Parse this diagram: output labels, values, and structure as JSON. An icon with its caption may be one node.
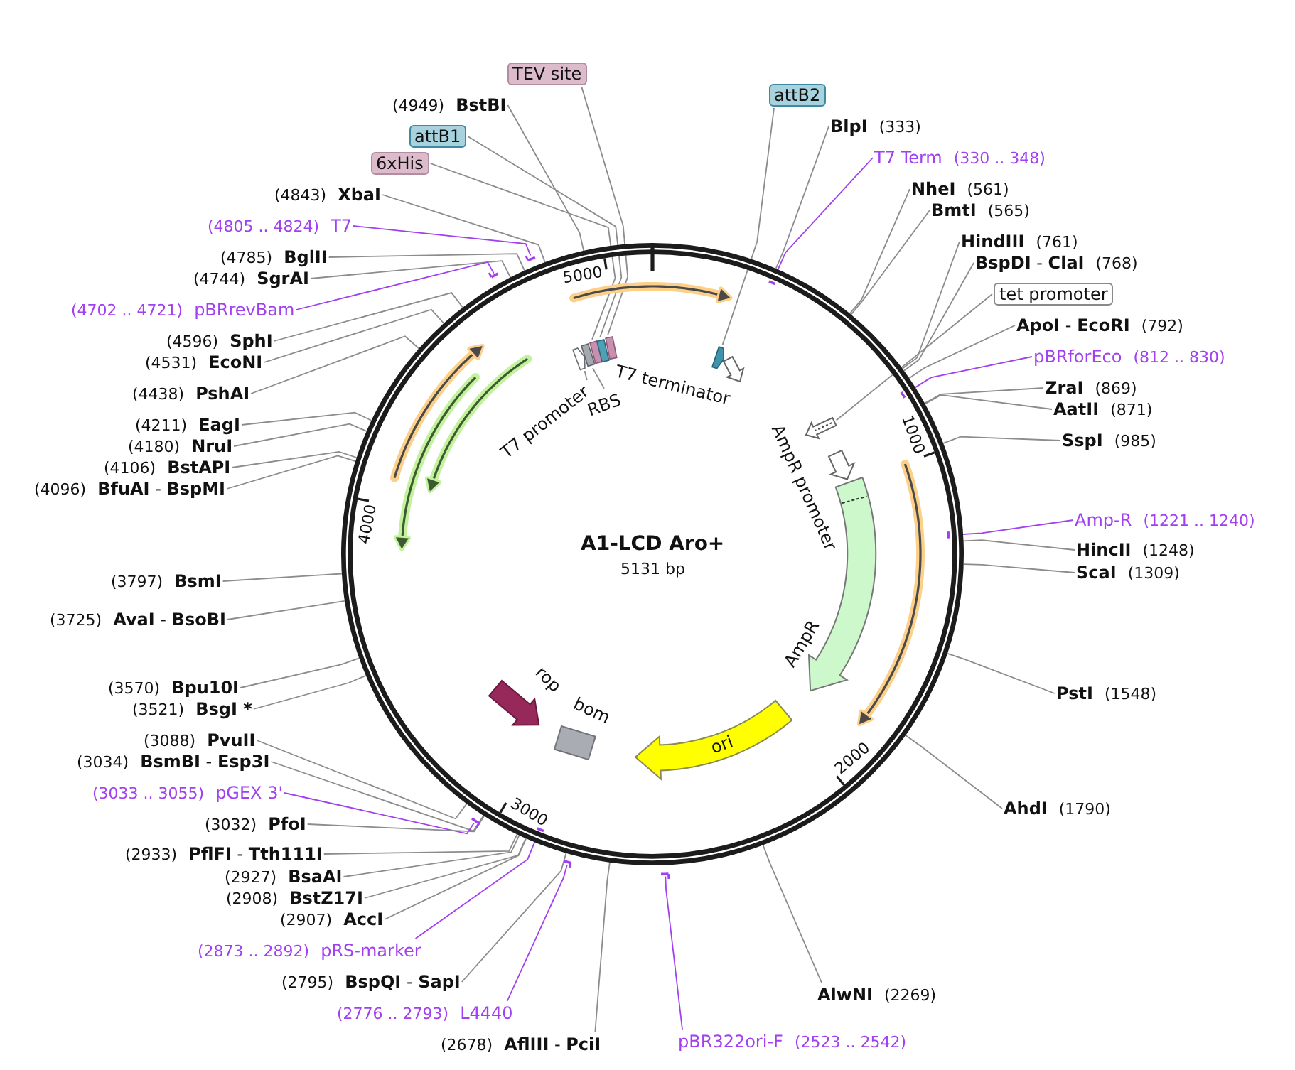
{
  "diagram": {
    "nodes": [
      {
        "text": [
          "A1-LCD Aro+",
          "5131 bp"
        ]
      },
      {
        "text": [
          "TEV site"
        ]
      },
      {
        "text": [
          "attB2"
        ]
      },
      {
        "text": [
          "(4949)",
          "BstBI"
        ]
      },
      {
        "text": [
          "BlpI",
          "(333)"
        ]
      },
      {
        "text": [
          "attB1"
        ]
      },
      {
        "text": [
          "T7 Term",
          "(330 .. 348)"
        ]
      },
      {
        "text": [],
        "shape": "bar",
        "in": 0
      },
      {
        "text": [
          "6xHis"
        ]
      },
      {
        "text": [
          "NheI",
          "(561)"
        ]
      },
      {
        "text": [
          "(4843)",
          "XbaI"
        ]
      },
      {
        "text": [
          "BmtI",
          "(565)"
        ]
      },
      {
        "text": [
          "(4805 .. 4824)",
          "T7"
        ]
      },
      {
        "text": [],
        "shape": "bar"
      },
      {
        "text": [
          "HindIII",
          "(761)"
        ]
      },
      {
        "text": [
          "(4785)",
          "BglII"
        ]
      },
      {
        "text": [
          "**BspDI** - **ClaI**",
          "(768)"
        ]
      },
      {
        "text": [
          "(4744)",
          "SgrAI"
        ]
      },
      {
        "text": [
          "tet promoter"
        ]
      },
      {
        "text": [
          "(4702 .. 4721)",
          "pBRrevBam"
        ]
      },
      {
        "text": [],
        "shape": "bar"
      },
      {
        "text": [
          "**ApoI** - **EcoRI**",
          "(792)"
        ]
      },
      {
        "text": [
          "(4596)",
          "SphI"
        ]
      },
      {
        "text": [
          "pBRforEco",
          "(812 .. 830)"
        ]
      },
      {
        "text": [],
        "shape": "bar",
        "in": 0
      },
      {
        "text": [
          "(4531)",
          "EcoNI"
        ]
      },
      {
        "text": [
          "ZraI",
          "(869)"
        ]
      },
      {
        "text": [
          "(4438)",
          "PshAI"
        ]
      },
      {
        "text": [
          "AatII",
          "(871)"
        ]
      },
      {
        "text": [
          "(4211)",
          "EagI"
        ]
      },
      {
        "text": [
          "SspI",
          "(985)"
        ]
      },
      {
        "text": [
          "(4180)",
          "NruI"
        ]
      },
      {
        "text": [
          "(4106)",
          "BstAPI"
        ]
      },
      {
        "text": [
          "(4096)",
          "**BfuAI** - **BspMI**"
        ]
      },
      {
        "text": [
          "Amp-R",
          "(1221 .. 1240)"
        ]
      },
      {
        "text": [],
        "shape": "bar",
        "in": 0
      },
      {
        "text": [
          "HincII",
          "(1248)"
        ]
      },
      {
        "text": [
          "ScaI",
          "(1309)"
        ]
      },
      {
        "text": [
          "(3797)",
          "BsmI"
        ]
      },
      {
        "text": [
          "(3725)",
          "**AvaI** - **BsoBI**"
        ]
      },
      {
        "text": [
          "(3570)",
          "Bpu10I"
        ]
      },
      {
        "text": [
          "PstI",
          "(1548)"
        ]
      },
      {
        "text": [
          "(3521)",
          "BsgI *"
        ]
      },
      {
        "text": [
          "(3088)",
          "PvuII"
        ]
      },
      {
        "text": [
          "(3034)",
          "**BsmBI** - **Esp3I**"
        ]
      },
      {
        "text": [
          "(3033 .. 3055)",
          "pGEX 3'"
        ]
      },
      {
        "text": [],
        "shape": "bar"
      },
      {
        "text": [
          "AhdI",
          "(1790)"
        ]
      },
      {
        "text": [
          "(3032)",
          "PfoI"
        ]
      },
      {
        "text": [
          "(2933)",
          "**PflFI** - **Tth111I**"
        ]
      },
      {
        "text": [
          "(2927)",
          "BsaAI"
        ]
      },
      {
        "text": [
          "(2908)",
          "BstZ17I"
        ]
      },
      {
        "text": [
          "(2907)",
          "AccI"
        ]
      },
      {
        "text": [
          "(2873 .. 2892)",
          "pRS-marker"
        ]
      },
      {
        "text": [],
        "shape": "bar",
        "in": 0
      },
      {
        "text": [
          "(2795)",
          "**BspQI** - **SapI**"
        ]
      },
      {
        "text": [
          "AlwNI",
          "(2269)"
        ]
      },
      {
        "text": [
          "(2776 .. 2793)",
          "L4440"
        ]
      },
      {
        "text": [],
        "shape": "bar"
      },
      {
        "text": [
          "(2678)",
          "**AflIII** - **PciI**"
        ]
      },
      {
        "text": [
          "pBR322ori-F",
          "(2523 .. 2542)"
        ]
      },
      {
        "text": [],
        "shape": "bar"
      },
      {
        "text": [],
        "shape": "arrow",
        "in": 0
      },
      {
        "text": [],
        "shape": "arrow",
        "in": 0
      },
      {
        "text": [],
        "shape": "box",
        "in": 0
      },
      {
        "text": [],
        "shape": "box",
        "in": 0
      },
      {
        "text": [],
        "shape": "box",
        "in": 0
      },
      {
        "text": [],
        "shape": "box",
        "in": 0
      },
      {
        "text": [],
        "shape": "arrow",
        "in": 0
      },
      {
        "text": [],
        "shape": "arrow",
        "in": 0
      },
      {
        "text": [],
        "shape": "arrow",
        "in": 0
      },
      {
        "text": [],
        "shape": "arrow",
        "in": 0
      },
      {
        "text": [
          "T7 terminator"
        ],
        "in": 0
      },
      {
        "text": [
          "RBS"
        ],
        "in": 0
      },
      {
        "text": [
          "T7 promoter"
        ],
        "in": 0
      },
      {
        "text": [],
        "shape": "arrow",
        "in": 0
      },
      {
        "text": [
          "AmpR promoter"
        ],
        "in": 0
      },
      {
        "text": [],
        "shape": "arrow",
        "in": 0
      },
      {
        "text": [
          "AmpR"
        ],
        "in": 0
      },
      {
        "text": [
          "rop"
        ],
        "in": 0
      },
      {
        "text": [
          "bom"
        ],
        "in": 0
      },
      {
        "text": [
          "ori"
        ],
        "in": 0
      }
    ],
    "edges": [
      {
        "from": 1,
        "to": 67,
        "arrow": "none"
      },
      {
        "from": 2,
        "to": 68,
        "arrow": "none"
      },
      {
        "from": 3,
        "to": 0,
        "arrow": "none"
      },
      {
        "from": 4,
        "to": 0,
        "arrow": "none"
      },
      {
        "from": 5,
        "to": 66,
        "arrow": "none"
      },
      {
        "from": 6,
        "to": 7,
        "arrow": "none",
        "color": "#a040f0"
      },
      {
        "from": 8,
        "to": 65,
        "arrow": "none"
      },
      {
        "from": 9,
        "to": 0,
        "arrow": "none"
      },
      {
        "from": 10,
        "to": 0,
        "arrow": "none"
      },
      {
        "from": 11,
        "to": 0,
        "arrow": "none"
      },
      {
        "from": 12,
        "to": 13,
        "arrow": "none",
        "color": "#a040f0"
      },
      {
        "from": 14,
        "to": 0,
        "arrow": "none"
      },
      {
        "from": 15,
        "to": 0,
        "arrow": "none"
      },
      {
        "from": 16,
        "to": 0,
        "arrow": "none"
      },
      {
        "from": 17,
        "to": 0,
        "arrow": "none"
      },
      {
        "from": 18,
        "to": 75,
        "arrow": "none"
      },
      {
        "from": 19,
        "to": 20,
        "arrow": "none",
        "color": "#a040f0"
      },
      {
        "from": 21,
        "to": 0,
        "arrow": "none"
      },
      {
        "from": 22,
        "to": 0,
        "arrow": "none"
      },
      {
        "from": 23,
        "to": 24,
        "arrow": "none",
        "color": "#a040f0"
      },
      {
        "from": 25,
        "to": 0,
        "arrow": "none"
      },
      {
        "from": 26,
        "to": 0,
        "arrow": "none"
      },
      {
        "from": 27,
        "to": 0,
        "arrow": "none"
      },
      {
        "from": 28,
        "to": 0,
        "arrow": "none"
      },
      {
        "from": 29,
        "to": 0,
        "arrow": "none"
      },
      {
        "from": 30,
        "to": 0,
        "arrow": "none"
      },
      {
        "from": 31,
        "to": 0,
        "arrow": "none"
      },
      {
        "from": 32,
        "to": 0,
        "arrow": "none"
      },
      {
        "from": 33,
        "to": 0,
        "arrow": "none"
      },
      {
        "from": 34,
        "to": 35,
        "arrow": "none",
        "color": "#a040f0"
      },
      {
        "from": 36,
        "to": 0,
        "arrow": "none"
      },
      {
        "from": 37,
        "to": 0,
        "arrow": "none"
      },
      {
        "from": 38,
        "to": 0,
        "arrow": "none"
      },
      {
        "from": 39,
        "to": 0,
        "arrow": "none"
      },
      {
        "from": 40,
        "to": 0,
        "arrow": "none"
      },
      {
        "from": 41,
        "to": 0,
        "arrow": "none"
      },
      {
        "from": 42,
        "to": 0,
        "arrow": "none"
      },
      {
        "from": 43,
        "to": 0,
        "arrow": "none"
      },
      {
        "from": 44,
        "to": 0,
        "arrow": "none"
      },
      {
        "from": 45,
        "to": 46,
        "arrow": "none",
        "color": "#a040f0"
      },
      {
        "from": 47,
        "to": 0,
        "arrow": "none"
      },
      {
        "from": 48,
        "to": 0,
        "arrow": "none"
      },
      {
        "from": 49,
        "to": 0,
        "arrow": "none"
      },
      {
        "from": 50,
        "to": 0,
        "arrow": "none"
      },
      {
        "from": 51,
        "to": 0,
        "arrow": "none"
      },
      {
        "from": 52,
        "to": 0,
        "arrow": "none"
      },
      {
        "from": 53,
        "to": 54,
        "arrow": "none",
        "color": "#a040f0"
      },
      {
        "from": 55,
        "to": 0,
        "arrow": "none"
      },
      {
        "from": 56,
        "to": 0,
        "arrow": "none"
      },
      {
        "from": 57,
        "to": 58,
        "arrow": "none",
        "color": "#a040f0"
      },
      {
        "from": 59,
        "to": 0,
        "arrow": "none"
      },
      {
        "from": 60,
        "to": 61,
        "arrow": "none",
        "color": "#a040f0"
      },
      {
        "from": 73,
        "to": 64,
        "arrow": "none"
      },
      {
        "from": 74,
        "to": 63,
        "arrow": "none"
      }
    ],
    "labels": [
      "5000",
      "1000",
      "4000",
      "2000",
      "3000"
    ]
  }
}
